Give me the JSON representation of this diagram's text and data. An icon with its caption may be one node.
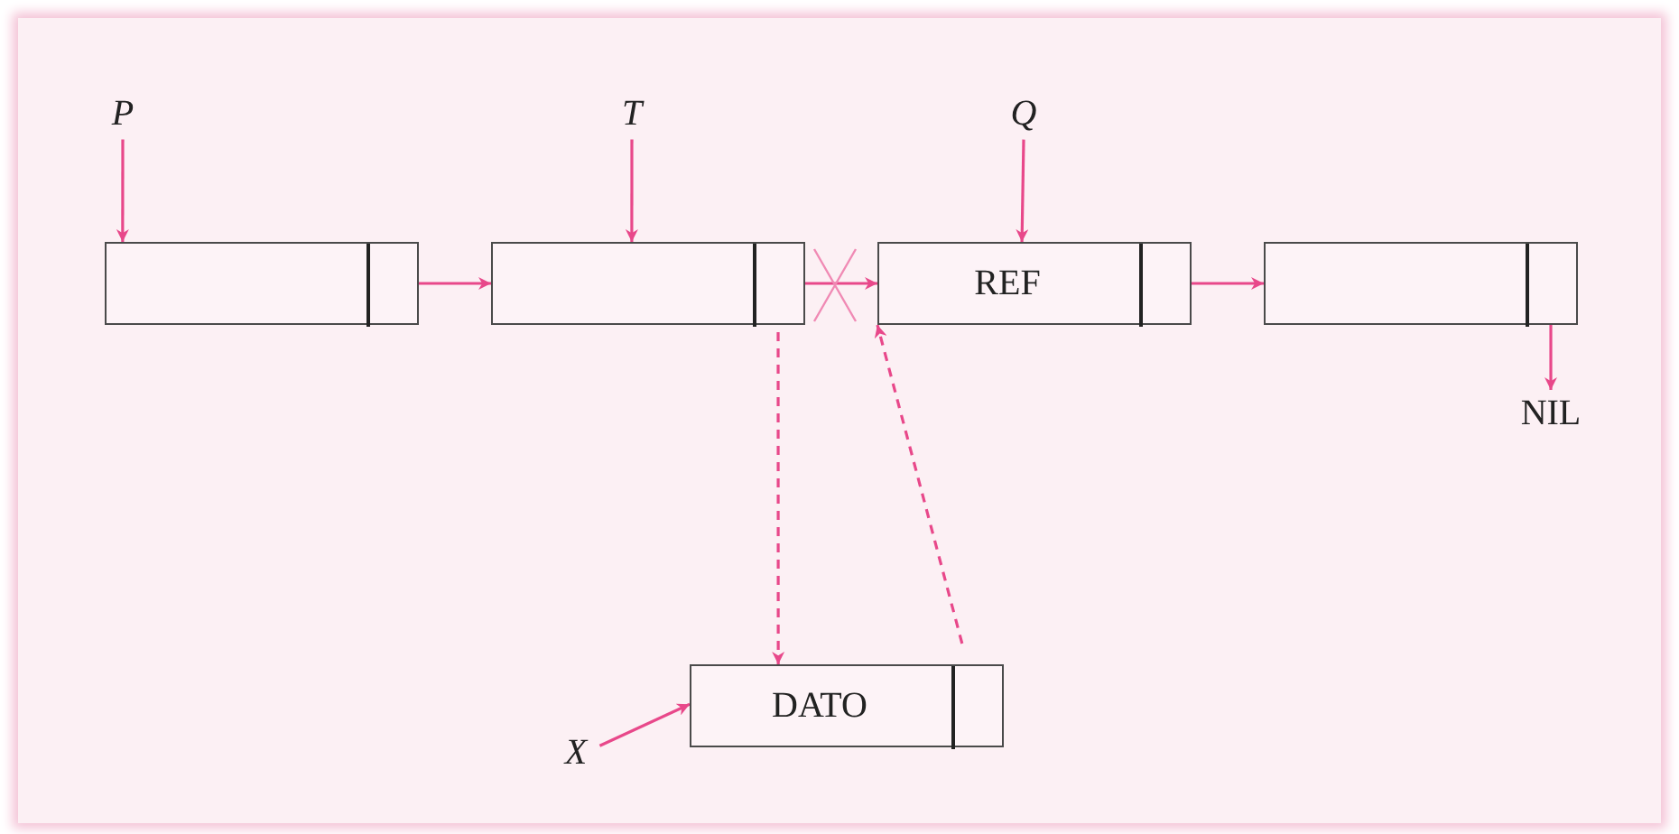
{
  "diagram": {
    "nodes": [
      {
        "text": [
          "P"
        ]
      },
      {
        "text": [
          "T"
        ]
      },
      {
        "text": [
          "Q"
        ]
      },
      {
        "text": [],
        "shape": "box"
      },
      {
        "text": [],
        "shape": "box",
        "in": 3
      },
      {
        "text": [],
        "shape": "box"
      },
      {
        "text": [],
        "shape": "box",
        "in": 5
      },
      {
        "text": [
          "REF"
        ]
      },
      {
        "text": [],
        "shape": "box",
        "in": 7
      },
      {
        "text": [],
        "shape": "box"
      },
      {
        "text": [],
        "shape": "box",
        "in": 9
      },
      {
        "text": [
          "NIL"
        ]
      },
      {
        "text": [
          "DATO"
        ]
      },
      {
        "text": [],
        "shape": "box",
        "in": 12
      },
      {
        "text": [
          "X"
        ]
      }
    ],
    "edges": [
      {
        "from": 0,
        "to": 3,
        "arrow": "to"
      },
      {
        "from": 1,
        "to": 5,
        "arrow": "to"
      },
      {
        "from": 2,
        "to": 7,
        "arrow": "to"
      },
      {
        "from": 4,
        "to": 5,
        "arrow": "to"
      },
      {
        "from": 6,
        "to": 7,
        "arrow": "to"
      },
      {
        "from": 8,
        "to": 9,
        "arrow": "to"
      },
      {
        "from": 10,
        "to": 11,
        "arrow": "to"
      },
      {
        "from": 6,
        "to": 12,
        "arrow": "to",
        "style": "dashed"
      },
      {
        "from": 13,
        "to": 7,
        "arrow": "to",
        "style": "dashed"
      },
      {
        "from": 14,
        "to": 12,
        "arrow": "to"
      }
    ]
  }
}
